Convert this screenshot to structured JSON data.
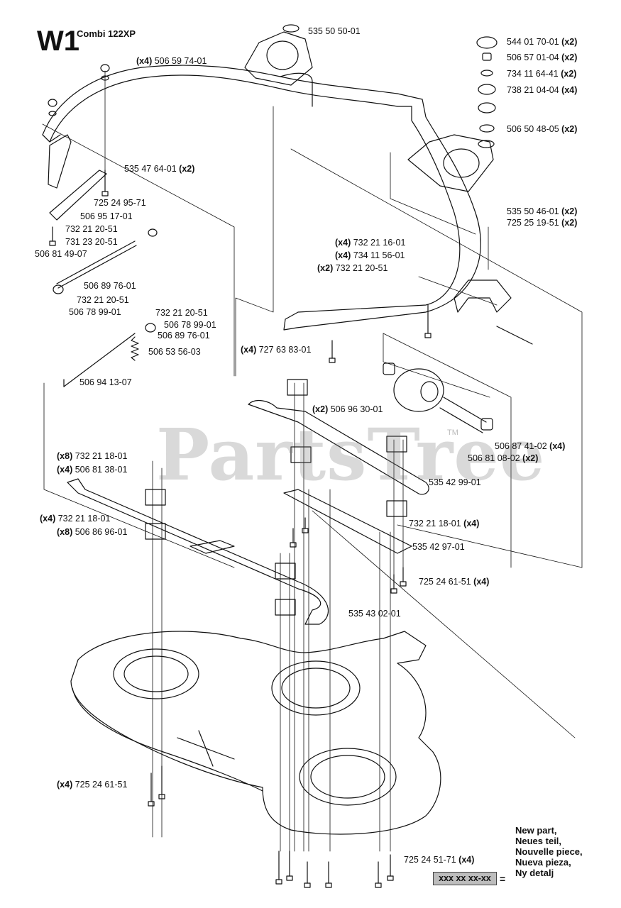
{
  "header": {
    "code": "W1",
    "model": "Combi 122XP"
  },
  "watermark": {
    "text": "PartsTree",
    "tm": "TM"
  },
  "callouts": [
    {
      "qty": "",
      "part": "535 50 50-01",
      "qsuffix": ""
    },
    {
      "qty": "(x4)",
      "part": "506 59 74-01",
      "qsuffix": ""
    },
    {
      "qty": "",
      "part": "544 01 70-01",
      "qsuffix": "(x2)"
    },
    {
      "qty": "",
      "part": "506 57 01-04",
      "qsuffix": "(x2)"
    },
    {
      "qty": "",
      "part": "734 11 64-41",
      "qsuffix": "(x2)"
    },
    {
      "qty": "",
      "part": "738 21 04-04",
      "qsuffix": "(x4)"
    },
    {
      "qty": "",
      "part": "506 50 48-05",
      "qsuffix": "(x2)"
    },
    {
      "qty": "",
      "part": "535 47 64-01",
      "qsuffix": "(x2)"
    },
    {
      "qty": "",
      "part": "725 24 95-71",
      "qsuffix": ""
    },
    {
      "qty": "",
      "part": "506 95 17-01",
      "qsuffix": ""
    },
    {
      "qty": "",
      "part": "732 21 20-51",
      "qsuffix": ""
    },
    {
      "qty": "",
      "part": "731 23 20-51",
      "qsuffix": ""
    },
    {
      "qty": "",
      "part": "506 81 49-07",
      "qsuffix": ""
    },
    {
      "qty": "",
      "part": "535 50 46-01",
      "qsuffix": "(x2)"
    },
    {
      "qty": "",
      "part": "725 25 19-51",
      "qsuffix": "(x2)"
    },
    {
      "qty": "(x4)",
      "part": "732 21 16-01",
      "qsuffix": ""
    },
    {
      "qty": "(x4)",
      "part": "734 11 56-01",
      "qsuffix": ""
    },
    {
      "qty": "(x2)",
      "part": "732 21 20-51",
      "qsuffix": ""
    },
    {
      "qty": "",
      "part": "506 89 76-01",
      "qsuffix": ""
    },
    {
      "qty": "",
      "part": "732 21 20-51",
      "qsuffix": ""
    },
    {
      "qty": "",
      "part": "506 78 99-01",
      "qsuffix": ""
    },
    {
      "qty": "",
      "part": "732 21 20-51",
      "qsuffix": ""
    },
    {
      "qty": "",
      "part": "506 78 99-01",
      "qsuffix": ""
    },
    {
      "qty": "",
      "part": "506 89 76-01",
      "qsuffix": ""
    },
    {
      "qty": "(x4)",
      "part": "727 63 83-01",
      "qsuffix": ""
    },
    {
      "qty": "",
      "part": "506 53 56-03",
      "qsuffix": ""
    },
    {
      "qty": "",
      "part": "506 94 13-07",
      "qsuffix": ""
    },
    {
      "qty": "(x2)",
      "part": "506 96 30-01",
      "qsuffix": ""
    },
    {
      "qty": "",
      "part": "506 87 41-02",
      "qsuffix": "(x4)"
    },
    {
      "qty": "",
      "part": "506 81 08-02",
      "qsuffix": "(x2)"
    },
    {
      "qty": "(x8)",
      "part": "732 21 18-01",
      "qsuffix": ""
    },
    {
      "qty": "(x4)",
      "part": "506 81 38-01",
      "qsuffix": ""
    },
    {
      "qty": "",
      "part": "535 42 99-01",
      "qsuffix": ""
    },
    {
      "qty": "(x4)",
      "part": "732 21 18-01",
      "qsuffix": ""
    },
    {
      "qty": "",
      "part": "732 21 18-01",
      "qsuffix": "(x4)"
    },
    {
      "qty": "(x8)",
      "part": "506 86 96-01",
      "qsuffix": ""
    },
    {
      "qty": "",
      "part": "535 42 97-01",
      "qsuffix": ""
    },
    {
      "qty": "",
      "part": "725 24 61-51",
      "qsuffix": "(x4)"
    },
    {
      "qty": "",
      "part": "535 43 02-01",
      "qsuffix": ""
    },
    {
      "qty": "(x4)",
      "part": "725 24 61-51",
      "qsuffix": ""
    },
    {
      "qty": "",
      "part": "725 24 51-71",
      "qsuffix": "(x4)"
    }
  ],
  "legend": {
    "lines": [
      "New part,",
      "Neues teil,",
      "Nouvelle piece,",
      "Nueva pieza,",
      "Ny detalj"
    ],
    "box_text": "xxx xx xx-xx",
    "equals": "="
  }
}
